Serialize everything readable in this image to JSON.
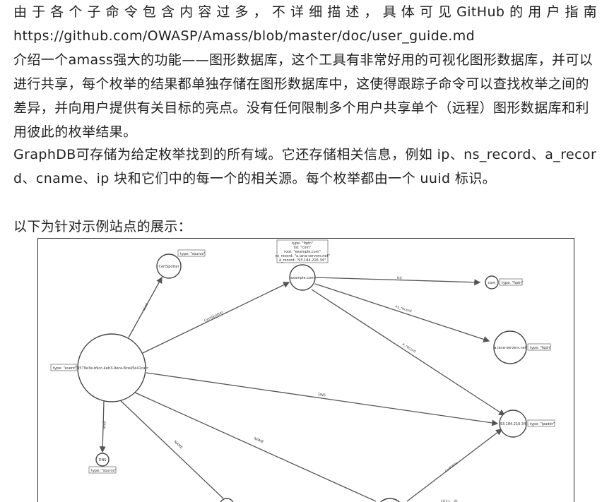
{
  "article": {
    "p1_line1": "由于各个子命令包含内容过多，不详细描述，具体可见GitHub的用户指南",
    "p1_link": "https://github.com/OWASP/Amass/blob/master/doc/user_guide.md",
    "p2": "介绍一个amass强大的功能——图形数据库，这个工具有非常好用的可视化图形数据库，并可以进行共享，每个枚举的结果都单独存储在图形数据库中，这使得跟踪子命令可以查找枚举之间的差异，并向用户提供有关目标的亮点。没有任何限制多个用户共享单个（远程）图形数据库和利用彼此的枚举结果。",
    "p3": "GraphDB可存储为给定枚举找到的所有域。它还存储相关信息，例如 ip、ns_record、a_record、cname、ip 块和它们中的每一个的相关源。每个枚举都由一个 uuid 标识。",
    "p4": "以下为针对示例站点的展示："
  },
  "graph": {
    "nodes": {
      "event": {
        "label": "73579e3e-b9cc-4eb3-9eca-8ce45e41cafc",
        "tag": "type: \"event\""
      },
      "certspotter": {
        "label": "CertSpotter",
        "tag": "type: \"source\""
      },
      "dns_source": {
        "label": "DNS",
        "tag": "type: \"source\""
      },
      "example": {
        "label": "example.com",
        "tag_lines": [
          "type: \"fqdn\"",
          "tld: \"com\"",
          "root: \"example.com\"",
          "ns_record: \"a.iana-servers.net\"",
          "a_record: \"93.184.216.34\""
        ]
      },
      "com": {
        "label": "com",
        "tag": "type: \"fqdn\""
      },
      "iana": {
        "label": "a.iana-servers.net",
        "tag": "type: \"fqdn\""
      },
      "ip": {
        "label": "93.184.216.34",
        "tag": "type: \"ipaddr\""
      }
    },
    "edges": {
      "used_top": "used",
      "certspotter": "CertSpotter",
      "tld": "tld",
      "ns_record": "ns_record",
      "a_record": "a_record",
      "dns": "DNS",
      "used_bottom": "used",
      "name1": "NAME",
      "name2": "NAME",
      "contains": "contains"
    }
  }
}
